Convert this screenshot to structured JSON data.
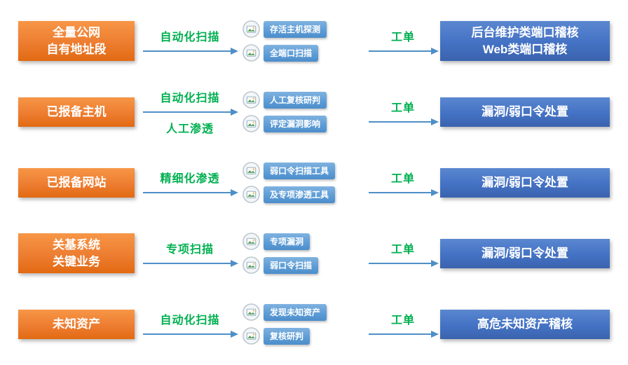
{
  "colors": {
    "source_box": "#ED7D31",
    "result_box": "#4472C4",
    "method_text": "#00B050",
    "tool_pill": "#5B9BD5",
    "arrow": "#4E8FC7"
  },
  "rows": [
    {
      "source": "全量公网\n自有地址段",
      "method": "自动化扫描",
      "method2": "",
      "tools": [
        "存活主机探测",
        "全端口扫描"
      ],
      "order": "工单",
      "result": "后台维护类端口稽核\nWeb类端口稽核"
    },
    {
      "source": "已报备主机",
      "method": "自动化扫描",
      "method2": "人工渗透",
      "tools": [
        "人工复核研判",
        "评定漏洞影响"
      ],
      "order": "工单",
      "result": "漏洞/弱口令处置"
    },
    {
      "source": "已报备网站",
      "method": "精细化渗透",
      "method2": "",
      "tools": [
        "弱口令扫描工具",
        "及专项渗透工具"
      ],
      "order": "工单",
      "result": "漏洞/弱口令处置"
    },
    {
      "source": "关基系统\n关键业务",
      "method": "专项扫描",
      "method2": "",
      "tools": [
        "专项漏洞",
        "弱口令扫描"
      ],
      "order": "工单",
      "result": "漏洞/弱口令处置"
    },
    {
      "source": "未知资产",
      "method": "自动化扫描",
      "method2": "",
      "tools": [
        "发现未知资产",
        "复核研判"
      ],
      "order": "工单",
      "result": "高危未知资产稽核"
    }
  ]
}
